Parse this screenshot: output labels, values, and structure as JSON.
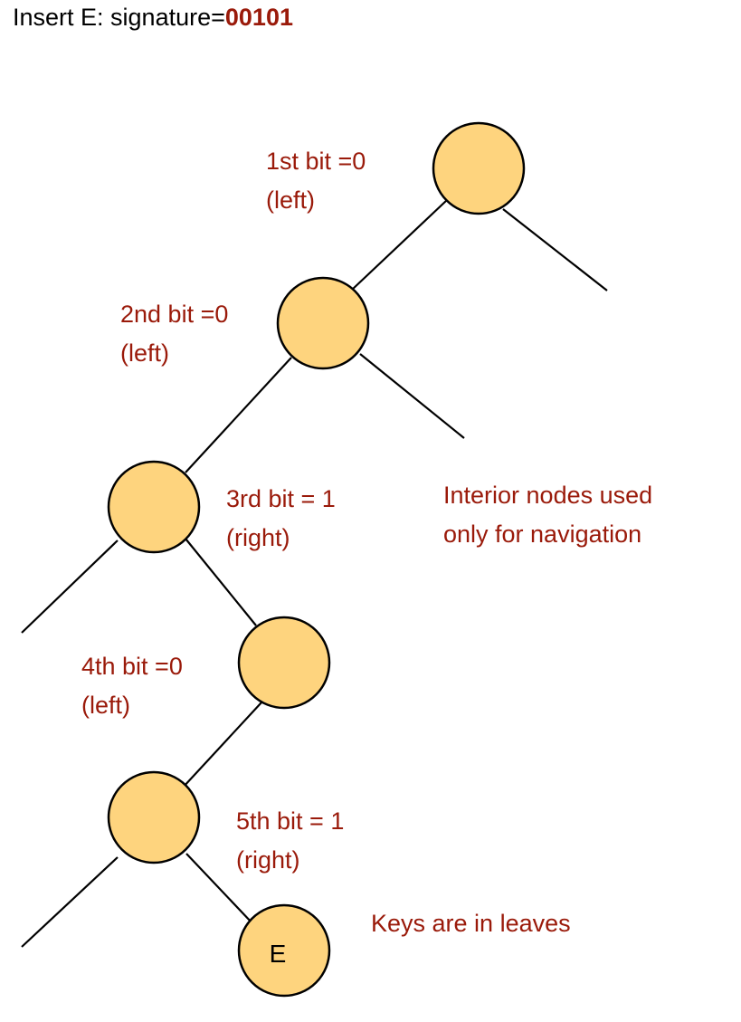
{
  "title": {
    "prefix": "Insert E: signature=",
    "signature": "00101"
  },
  "labels": [
    {
      "id": "bit1",
      "line1": "1st bit =0",
      "line2": "(left)"
    },
    {
      "id": "bit2",
      "line1": "2nd bit =0",
      "line2": "(left)"
    },
    {
      "id": "bit3",
      "line1": "3rd bit = 1",
      "line2": "(right)"
    },
    {
      "id": "bit4",
      "line1": "4th bit =0",
      "line2": "(left)"
    },
    {
      "id": "bit5",
      "line1": "5th bit = 1",
      "line2": "(right)"
    }
  ],
  "notes": {
    "interior": {
      "line1": "Interior nodes used",
      "line2": "only for navigation"
    },
    "leaves": "Keys are in leaves"
  },
  "leaf_key": "E",
  "colors": {
    "node_fill": "#fed47e",
    "accent": "#9a1a0a",
    "stroke": "#000000"
  }
}
